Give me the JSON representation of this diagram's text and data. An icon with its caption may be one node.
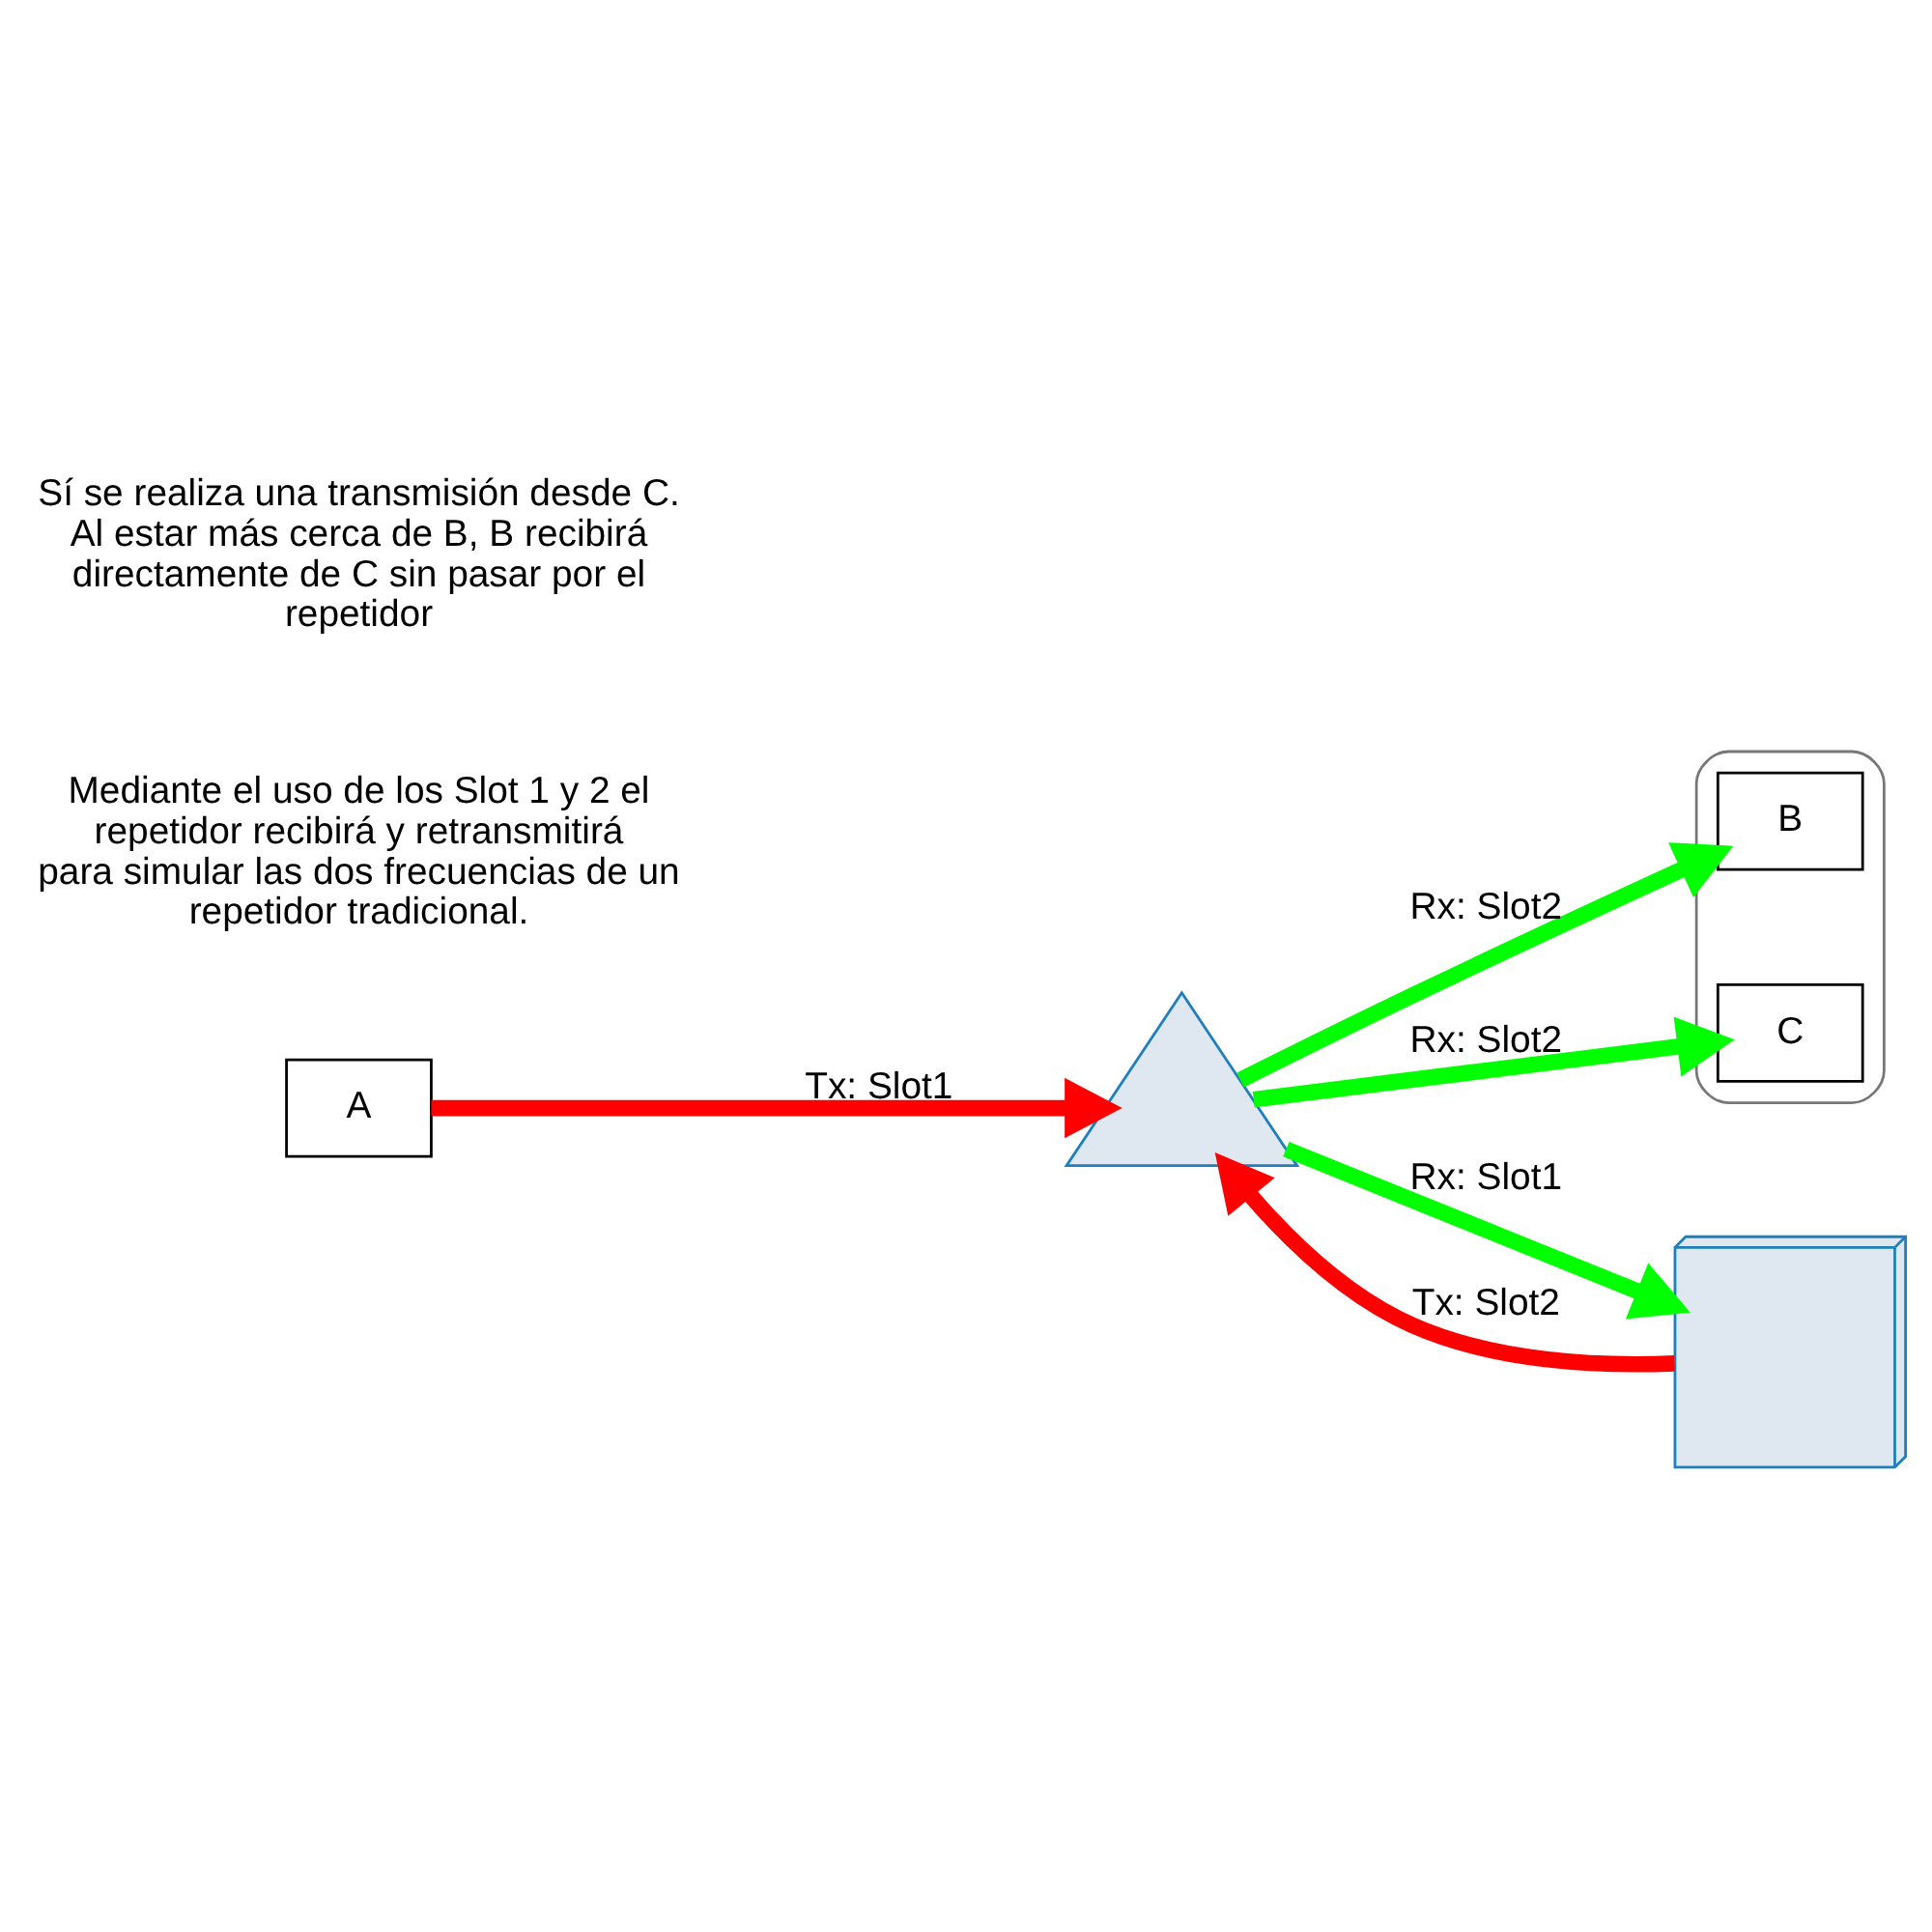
{
  "diagram": {
    "nodes": [
      {
        "text": [],
        "shape": "ellipse"
      },
      {
        "text": [
          "A"
        ]
      },
      {
        "text": [],
        "shape": "picture"
      },
      {
        "text": [
          "B"
        ],
        "in": 0
      },
      {
        "text": [
          "C"
        ],
        "in": 0
      },
      {
        "text": [],
        "shape": "picture"
      }
    ],
    "edges": [
      {
        "from": 1,
        "to": 2,
        "arrow": "to",
        "label": "Tx: Slot1",
        "color": "#ff0000"
      },
      {
        "from": 2,
        "to": 3,
        "arrow": "to",
        "label": "Rx: Slot2"
      },
      {
        "from": 2,
        "to": 4,
        "arrow": "to",
        "label": "Rx: Slot2"
      },
      {
        "from": 2,
        "to": 5,
        "arrow": "to",
        "label": "Rx: Slot1"
      },
      {
        "from": 5,
        "to": 2,
        "arrow": "to",
        "label": "Tx: Slot2",
        "color": "#ff0000"
      }
    ],
    "labels": [
      "Mediante el uso de los Slot 1 y 2 el repetidor recibirá y retransmitirá para simular las dos frecuencias de un repetidor tradicional.",
      "Sí se realiza una transmisión desde C. Al estar más cerca de B, B recibirá directamente de C sin pasar por el repetidor"
    ]
  }
}
